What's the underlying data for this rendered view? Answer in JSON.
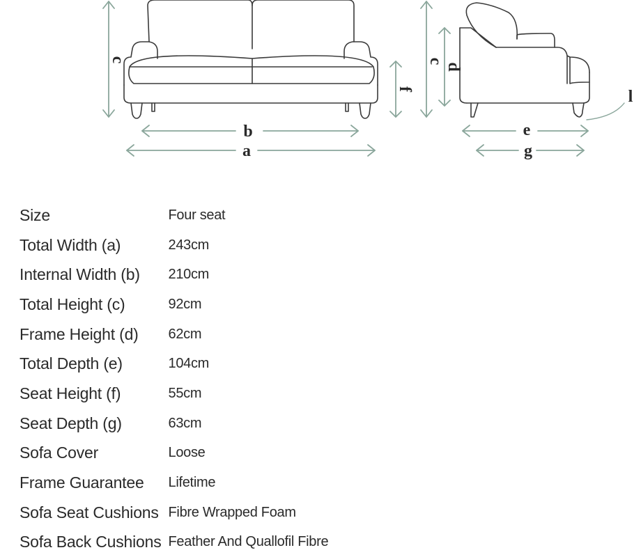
{
  "diagram": {
    "front_labels": {
      "a": "a",
      "b": "b",
      "c": "c",
      "f": "f"
    },
    "side_labels": {
      "c": "c",
      "d": "d",
      "e": "e",
      "g": "g",
      "extra": "l"
    }
  },
  "specs": [
    {
      "label": "Size",
      "value": "Four seat"
    },
    {
      "label": "Total Width (a)",
      "value": "243cm"
    },
    {
      "label": "Internal Width (b)",
      "value": "210cm"
    },
    {
      "label": "Total Height (c)",
      "value": "92cm"
    },
    {
      "label": "Frame Height (d)",
      "value": "62cm"
    },
    {
      "label": "Total Depth (e)",
      "value": "104cm"
    },
    {
      "label": "Seat Height (f)",
      "value": "55cm"
    },
    {
      "label": "Seat Depth (g)",
      "value": "63cm"
    },
    {
      "label": "Sofa Cover",
      "value": "Loose"
    },
    {
      "label": "Frame Guarantee",
      "value": "Lifetime"
    },
    {
      "label": "Sofa Seat Cushions",
      "value": "Fibre Wrapped Foam"
    },
    {
      "label": "Sofa Back Cushions",
      "value": "Feather And Quallofil Fibre"
    }
  ]
}
